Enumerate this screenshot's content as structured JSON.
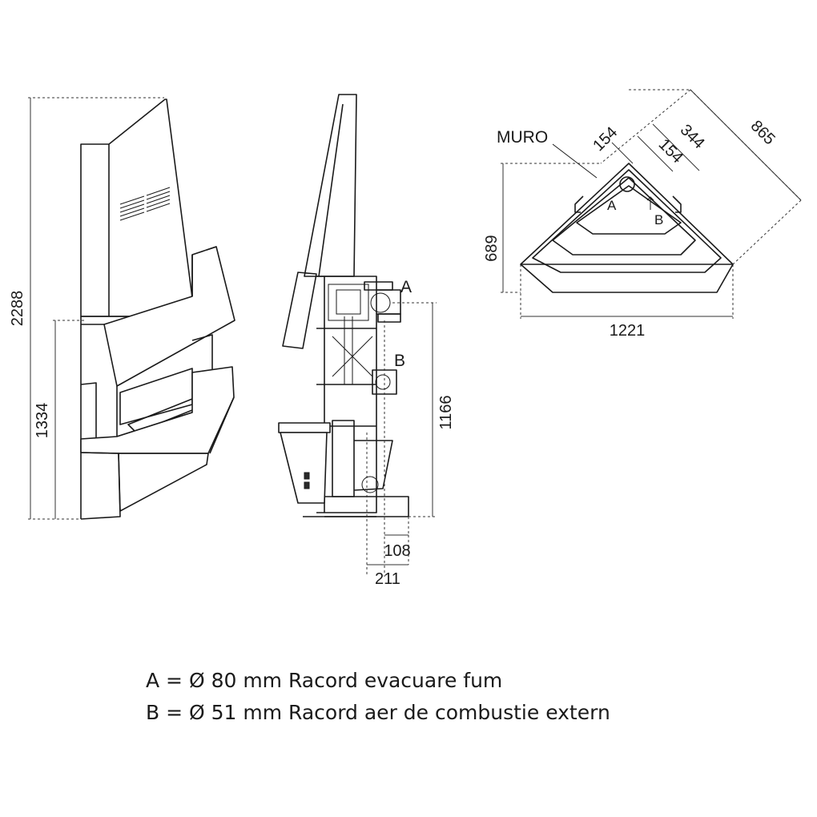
{
  "dimensions": {
    "total_height": "2288",
    "firebox_height": "1334",
    "pipe_height": "1166",
    "offset_small": "108",
    "offset_large": "211",
    "wall_154_a": "154",
    "wall_154_b": "154",
    "diag_344": "344",
    "diag_865": "865",
    "depth": "689",
    "width": "1221"
  },
  "labels": {
    "a": "A",
    "b": "B",
    "plan_a": "A",
    "plan_b": "B",
    "wall": "MURO"
  },
  "legend": [
    {
      "text": "A = Ø 80 mm Racord evacuare fum"
    },
    {
      "text": "B = Ø 51 mm Racord aer de combustie extern"
    }
  ]
}
